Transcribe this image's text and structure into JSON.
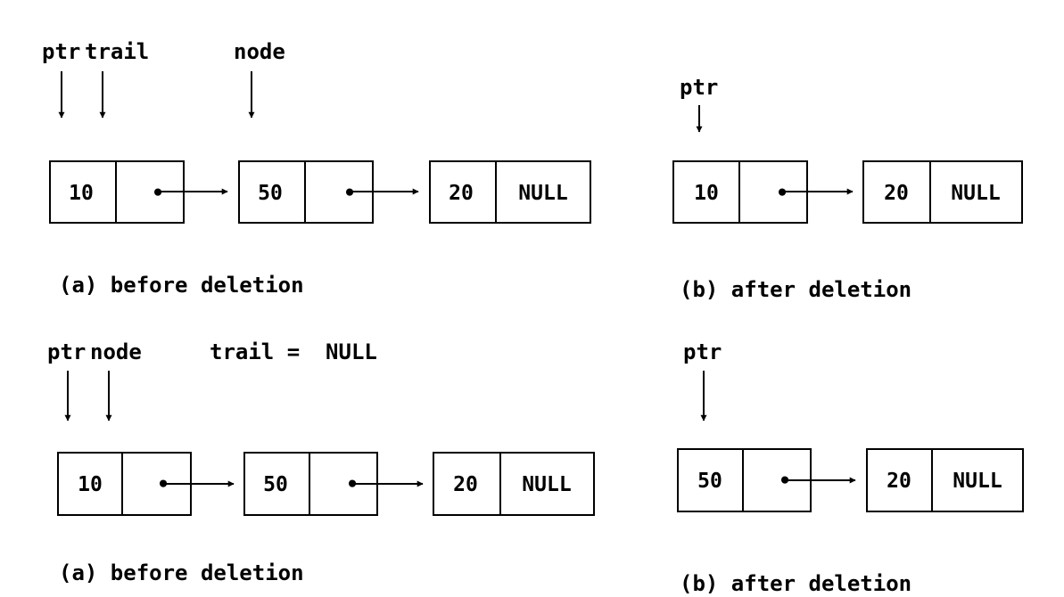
{
  "diagrams": [
    {
      "pointers": [
        {
          "label": "ptr"
        },
        {
          "label": "trail"
        },
        {
          "label": "node"
        }
      ],
      "note": "",
      "nodes": [
        {
          "value": "10",
          "link": "•"
        },
        {
          "value": "50",
          "link": "•"
        },
        {
          "value": "20",
          "link": "NULL"
        }
      ],
      "caption": "(a) before deletion"
    },
    {
      "pointers": [
        {
          "label": "ptr"
        }
      ],
      "note": "",
      "nodes": [
        {
          "value": "10",
          "link": "•"
        },
        {
          "value": "20",
          "link": "NULL"
        }
      ],
      "caption": "(b) after deletion"
    },
    {
      "pointers": [
        {
          "label": "ptr"
        },
        {
          "label": "node"
        }
      ],
      "note": "trail =  NULL",
      "nodes": [
        {
          "value": "10",
          "link": "•"
        },
        {
          "value": "50",
          "link": "•"
        },
        {
          "value": "20",
          "link": "NULL"
        }
      ],
      "caption": "(a) before deletion"
    },
    {
      "pointers": [
        {
          "label": "ptr"
        }
      ],
      "note": "",
      "nodes": [
        {
          "value": "50",
          "link": "•"
        },
        {
          "value": "20",
          "link": "NULL"
        }
      ],
      "caption": "(b) after deletion"
    }
  ]
}
